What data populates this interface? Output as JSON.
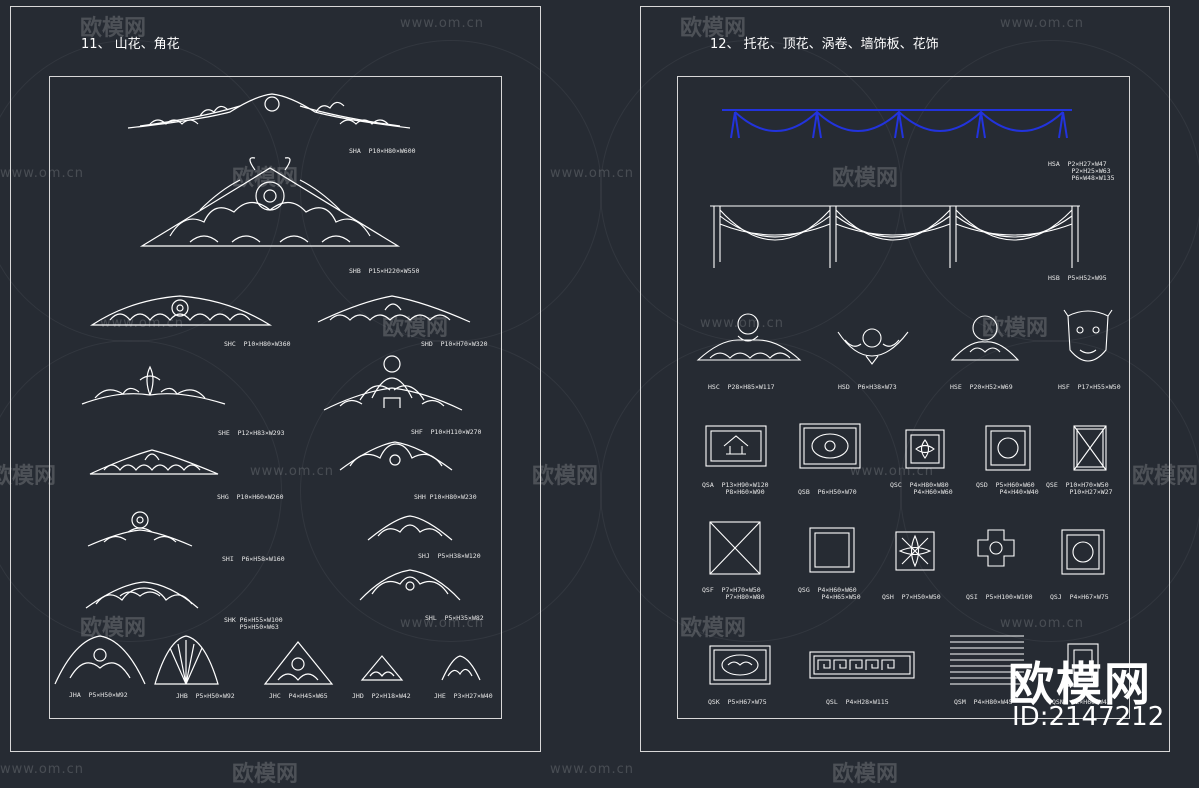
{
  "left_sheet": {
    "heading": "11、 山花、角花",
    "labels": [
      "SHA  P10×H80×W600",
      "SHB  P15×H220×W550",
      "SHC  P10×H80×W360",
      "SHD  P10×H70×W320",
      "SHE  P12×H83×W293",
      "SHF  P10×H110×W270",
      "SHG  P10×H60×W260",
      "SHH P10×H80×W230",
      "SHI  P6×H58×W160",
      "SHJ  P5×H38×W120",
      "SHK P6×H55×W100\n    P5×H50×W63",
      "SHL  P5×H35×W82",
      "JHA  P5×H50×W92",
      "JHB  P5×H50×W92",
      "JHC  P4×H45×W65",
      "JHD  P2×H18×W42",
      "JHE  P3×H27×W40"
    ]
  },
  "right_sheet": {
    "heading": "12、 托花、顶花、涡卷、墙饰板、花饰",
    "labels": [
      "HSA  P2×H27×W47\n      P2×H25×W63\n      P6×W48×W135",
      "HSB  P5×H52×W95",
      "HSC  P28×H85×W117",
      "HSD  P6×H38×W73",
      "HSE  P20×H52×W69",
      "HSF  P17×H55×W50",
      "QSA  P13×H90×W120\n      P8×H60×W90",
      "QSB  P6×H50×W70",
      "QSC  P4×H80×W80\n      P4×H60×W60",
      "QSD  P5×H60×W60\n      P4×H40×W40",
      "QSE  P10×H70×W50\n      P10×H27×W27",
      "QSF  P7×H70×W50\n      P7×H80×W80",
      "QSG  P4×H60×W60\n      P4×H65×W50",
      "QSH  P7×H50×W50",
      "QSI  P5×H100×W100",
      "QSJ  P4×H67×W75",
      "QSK  P5×H67×W75",
      "QSL  P4×H28×W115",
      "QSM  P4×H80×W45",
      "QSN  P2×H60×W43"
    ]
  },
  "watermark": {
    "logo": "欧模网",
    "site": "www.om.cn"
  },
  "brand": {
    "logo": "欧模网",
    "id": "ID:2147212"
  },
  "colors": {
    "background": "#262b33",
    "line": "#ffffff",
    "accent_blue": "#2233dd"
  }
}
